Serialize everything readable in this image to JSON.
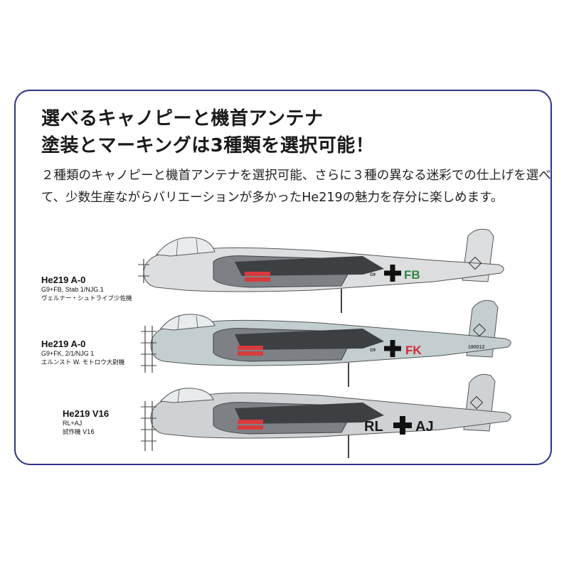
{
  "headline": {
    "line1": "選べるキャノピーと機首アンテナ",
    "line2": "塗装とマーキングは3種類を選択可能！"
  },
  "description": "２種類のキャノピーと機首アンテナを選択可能、さらに３種の異なる迷彩での仕上げを選べて、少数生産ながらバリエーションが多かったHe219の魅力を存分に楽しめます。",
  "variants": [
    {
      "model": "He219 A-0",
      "code": "G9+FB, Stab 1/NJG.1",
      "pilot": "ヴェルナー・シュトライブ少佐機",
      "markings": {
        "left": "G9",
        "right": "FB",
        "right_color": "#2f8a3a",
        "serial": ""
      }
    },
    {
      "model": "He219 A-0",
      "code": "G9+FK, 2/1/NJG 1",
      "pilot": "エルンスト W. モトロウ大尉機",
      "markings": {
        "left": "G9",
        "right": "FK",
        "right_color": "#d7262e",
        "serial": "190012"
      }
    },
    {
      "model": "He219 V16",
      "code": "RL+AJ",
      "pilot": "試作機 V16",
      "markings": {
        "left": "RL",
        "right": "AJ",
        "right_color": "#1a1a1a",
        "serial": ""
      }
    }
  ],
  "colors": {
    "panel_border": "#2e3585",
    "plane_light_grey": "#dcdee0",
    "plane_mottled": "#c2ced0",
    "nacelle_grey": "#7d8186",
    "wing_dark": "#3d4043",
    "exhaust_red": "#d83b3b"
  },
  "icons": [
    "balkenkreuz-icon",
    "swastika-tail-icon"
  ]
}
